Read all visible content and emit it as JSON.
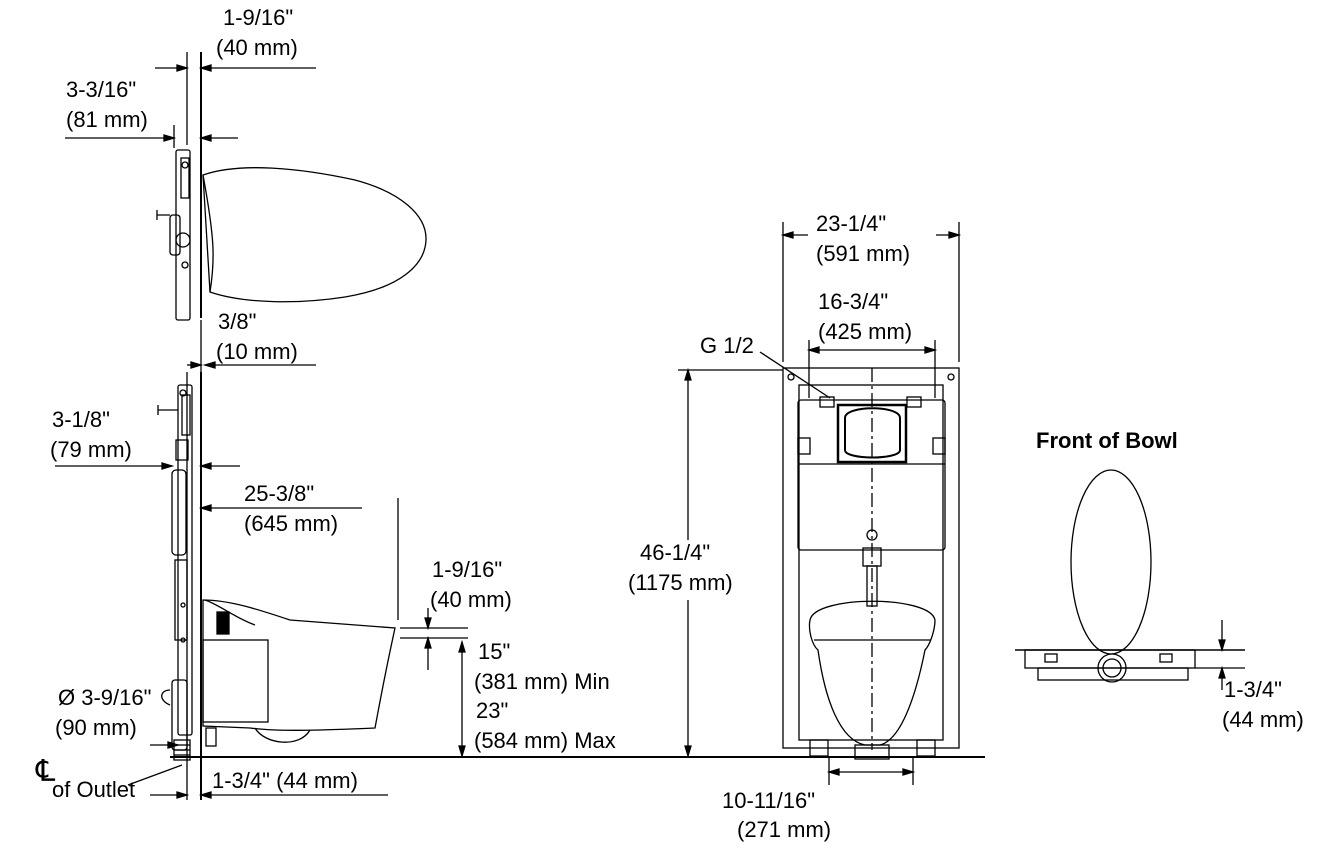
{
  "labels": {
    "top_water_in": "1-9/16\"",
    "top_water_mm": "(40 mm)",
    "top_frame_in": "3-3/16\"",
    "top_frame_mm": "(81 mm)",
    "top_gap_in": "3/8\"",
    "top_gap_mm": "(10 mm)",
    "side_frame_in": "3-1/8\"",
    "side_frame_mm": "(79 mm)",
    "bowl_depth_in": "25-3/8\"",
    "bowl_depth_mm": "(645 mm)",
    "seat_thickness_in": "1-9/16\"",
    "seat_thickness_mm": "(40 mm)",
    "height_min_in": "15\"",
    "height_min_mm": "(381 mm) Min",
    "height_max_in": "23\"",
    "height_max_mm": "(584 mm) Max",
    "outlet_dia_in": "Ø 3-9/16\"",
    "outlet_dia_mm": "(90 mm)",
    "outlet_symbol": "℄",
    "outlet_text": "of Outlet",
    "outlet_offset": "1-3/4\" (44 mm)",
    "frame_width_in": "23-1/4\"",
    "frame_width_mm": "(591 mm)",
    "inner_width_in": "16-3/4\"",
    "inner_width_mm": "(425 mm)",
    "connection": "G 1/2",
    "frame_height_in": "46-1/4\"",
    "frame_height_mm": "(1175 mm)",
    "feet_width_in": "10-11/16\"",
    "feet_width_mm": "(271 mm)",
    "front_title": "Front of Bowl",
    "front_offset_in": "1-3/4\"",
    "front_offset_mm": "(44 mm)"
  }
}
